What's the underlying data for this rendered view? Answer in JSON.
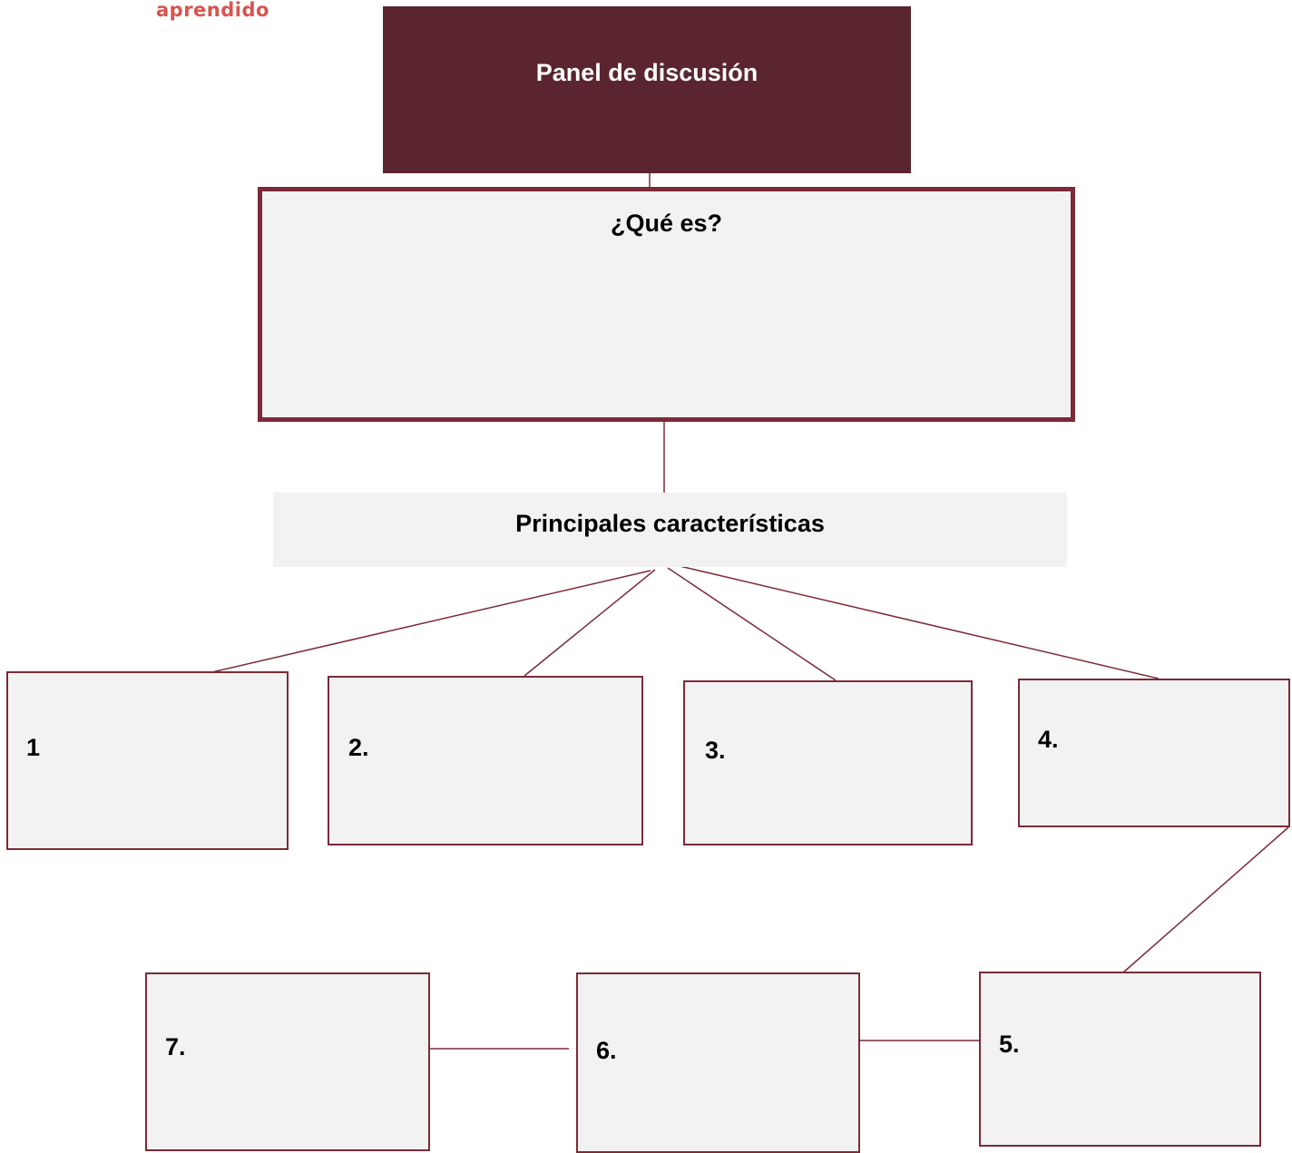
{
  "logo": {
    "text": "aprendido"
  },
  "diagram": {
    "title": "Panel de discusión",
    "question": "¿Qué es?",
    "subtitle": "Principales características",
    "items": [
      {
        "label": "1"
      },
      {
        "label": "2."
      },
      {
        "label": "3."
      },
      {
        "label": "4."
      },
      {
        "label": "5."
      },
      {
        "label": "6."
      },
      {
        "label": "7."
      }
    ]
  },
  "colors": {
    "header_fill": "#5a252e",
    "border": "#7b2a37",
    "box_fill": "#f2f2f2",
    "logo": "#d9534f",
    "header_text": "#ffffff"
  }
}
